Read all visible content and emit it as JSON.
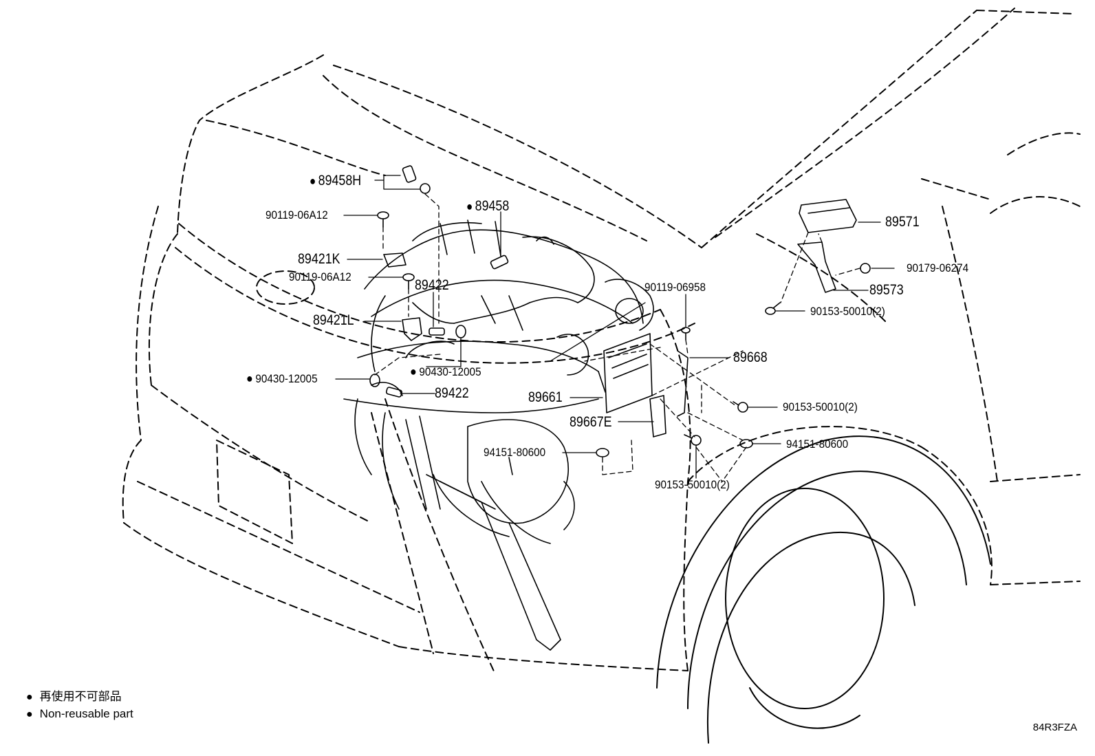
{
  "labels": {
    "p89458H": "89458H",
    "p89458": "89458",
    "p90119_06A12_a": "90119-06A12",
    "p89421K": "89421K",
    "p90119_06A12_b": "90119-06A12",
    "p89422_a": "89422",
    "p89421L": "89421L",
    "p90430_12005_a": "90430-12005",
    "p90430_12005_b": "90430-12005",
    "p89422_b": "89422",
    "p89571": "89571",
    "p90179_06274": "90179-06274",
    "p89573": "89573",
    "p90119_06958": "90119-06958",
    "p90153_50010_a": "90153-50010(2)",
    "p89668": "89668",
    "p89661": "89661",
    "p90153_50010_b": "90153-50010(2)",
    "p89667E": "89667E",
    "p94151_80600_a": "94151-80600",
    "p94151_80600_b": "94151-80600",
    "p90153_50010_c": "90153-50010(2)"
  },
  "legend": {
    "line1": "再使用不可部品",
    "line2": "Non-reusable part",
    "bullet": "●"
  },
  "diagram_code": "84R3FZA",
  "colors": {
    "ink": "#000000",
    "background": "#ffffff"
  }
}
